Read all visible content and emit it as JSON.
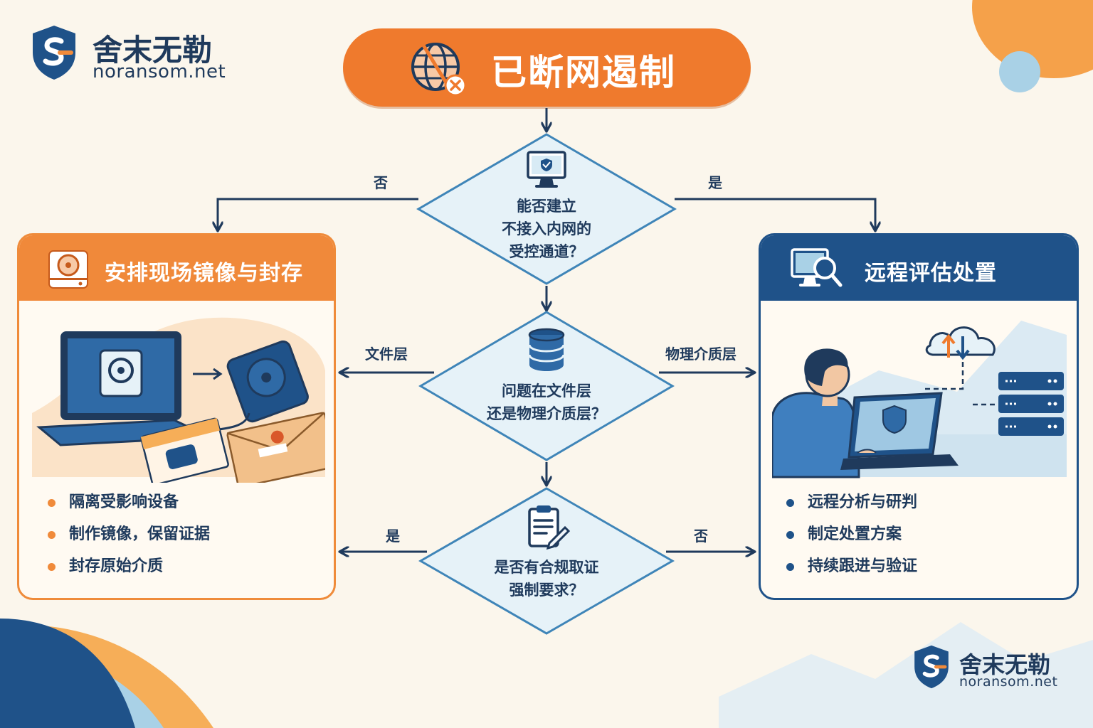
{
  "brand": {
    "name": "舍末无勒",
    "domain": "noransom.net"
  },
  "title": "已断网遏制",
  "decisions": [
    {
      "question_lines": [
        "能否建立",
        "不接入内网的",
        "受控通道？"
      ],
      "left_label": "否",
      "right_label": "是",
      "icon": "monitor-shield-icon"
    },
    {
      "question_lines": [
        "问题在文件层",
        "还是物理介质层？"
      ],
      "left_label": "文件层",
      "right_label": "物理介质层",
      "icon": "database-icon"
    },
    {
      "question_lines": [
        "是否有合规取证",
        "强制要求？"
      ],
      "left_label": "是",
      "right_label": "否",
      "icon": "clipboard-pen-icon"
    }
  ],
  "left_card": {
    "title": "安排现场镜像与封存",
    "icon": "hard-drive-icon",
    "items": [
      "隔离受影响设备",
      "制作镜像，保留证据",
      "封存原始介质"
    ]
  },
  "right_card": {
    "title": "远程评估处置",
    "icon": "monitor-search-icon",
    "items": [
      "远程分析与研判",
      "制定处置方案",
      "持续跟进与验证"
    ]
  },
  "colors": {
    "orange": "#ef7a2d",
    "navy": "#1f5289",
    "dark_text": "#1f3a5c",
    "diamond_fill": "#e6f2f8",
    "diamond_stroke": "#3f85b8",
    "background": "#fbf6ec"
  }
}
